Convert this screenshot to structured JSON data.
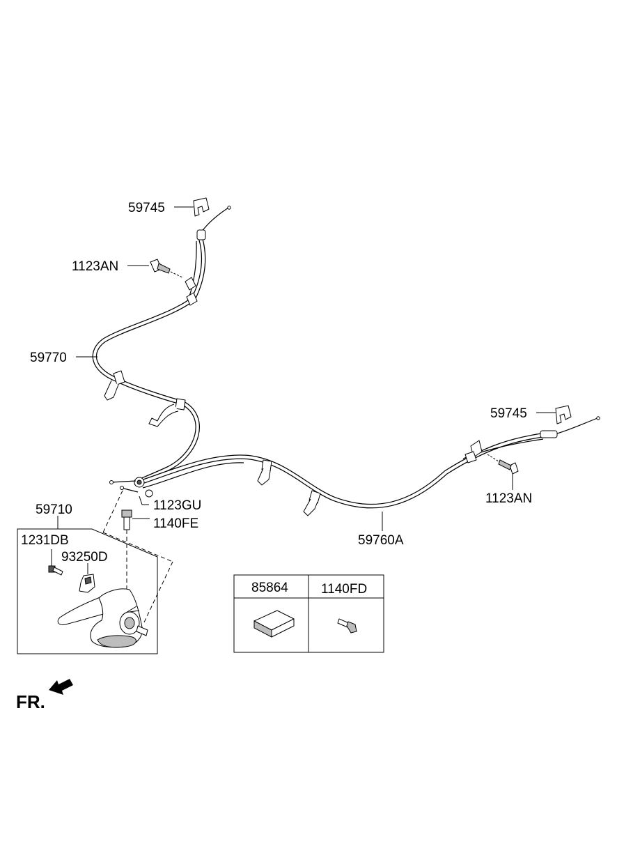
{
  "labels": {
    "clip_upper": "59745",
    "bolt_upper": "1123AN",
    "cable_left": "59770",
    "clip_right": "59745",
    "bolt_right": "1123AN",
    "cable_right": "59760A",
    "lever_assembly": "59710",
    "nut": "1123GU",
    "bolt_lever": "1140FE",
    "screw": "1231DB",
    "bracket": "93250D"
  },
  "table": {
    "headers": [
      "85864",
      "1140FD"
    ]
  },
  "direction": {
    "label": "FR."
  }
}
